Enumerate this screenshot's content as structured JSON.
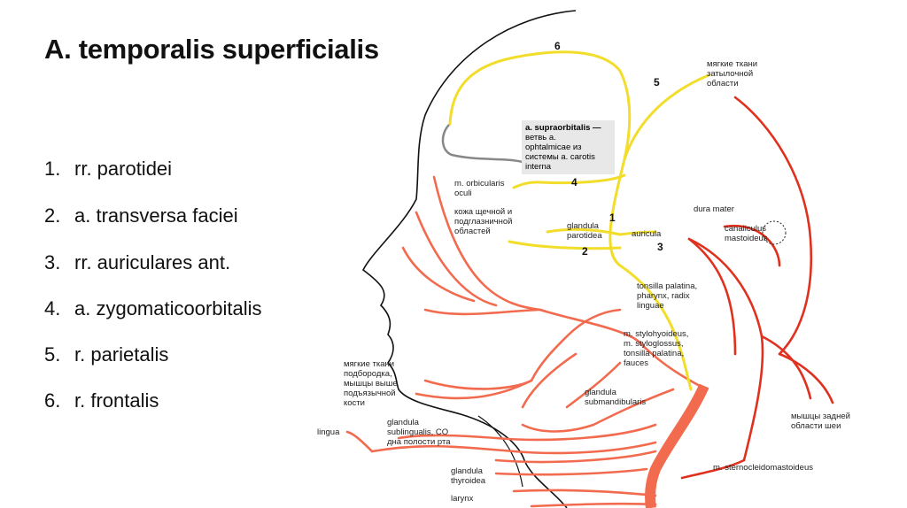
{
  "title": "A. temporalis superficialis",
  "list": [
    {
      "num": "1.",
      "text": "rr. parotidei"
    },
    {
      "num": "2.",
      "text": "a. transversa faciei"
    },
    {
      "num": "3.",
      "text": "rr. auriculares ant."
    },
    {
      "num": "4.",
      "text": "a. zygomaticoorbitalis"
    },
    {
      "num": "5.",
      "text": "r. parietalis"
    },
    {
      "num": "6.",
      "text": "r. frontalis"
    }
  ],
  "diagram": {
    "colors": {
      "temporal": "#f2dd2a",
      "external": "#f26b4f",
      "internal": "#e0301e",
      "supraorbital": "#888888",
      "note_bg": "#e8e8e8"
    },
    "branch_numbers": {
      "n1": "1",
      "n2": "2",
      "n3": "3",
      "n4": "4",
      "n5": "5",
      "n6": "6"
    },
    "labels": {
      "occipital": [
        "мягкие ткани",
        "затылочной",
        "области"
      ],
      "supraorbital": [
        "a. supraorbitalis —",
        "ветвь a.",
        "ophtalmicae из",
        "системы a. carotis",
        "interna"
      ],
      "orbicularis": [
        "m. orbicularis",
        "oculi"
      ],
      "cheek": [
        "кожа щечной и",
        "подглазничной",
        "областей"
      ],
      "parotid": [
        "glandula",
        "parotidea"
      ],
      "auricula": "auricula",
      "dura": "dura mater",
      "canaliculus": [
        "canaliculus",
        "mastoideus"
      ],
      "tonsilla": [
        "tonsilla palatina,",
        "pharynx, radix",
        "linguae"
      ],
      "stylo": [
        "m. stylohyoideus,",
        "m. styloglossus,",
        "tonsilla palatina,",
        "fauces"
      ],
      "chin": [
        "мягкие ткани",
        "подбородка,",
        "мышцы выше",
        "подъязычной",
        "кости"
      ],
      "submand": [
        "glandula",
        "submandibularis"
      ],
      "lingua": "lingua",
      "sublingual": [
        "glandula",
        "sublingualis, CO",
        "дна полости рта"
      ],
      "neck": [
        "мышцы задней",
        "области шеи"
      ],
      "scm": "m. sternocleidomastoideus",
      "thyroid": [
        "glandula",
        "thyroidea"
      ],
      "larynx": "larynx"
    }
  }
}
